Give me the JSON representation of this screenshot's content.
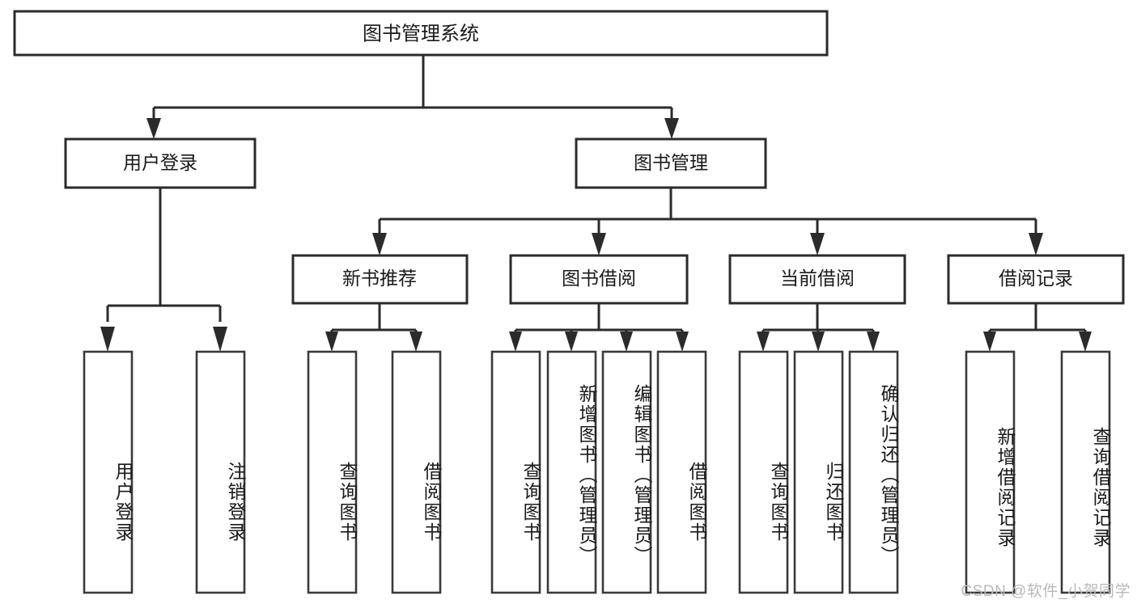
{
  "diagram": {
    "type": "tree-hierarchy",
    "title": "图书管理系统",
    "watermark": "CSDN @软件_小贺同学",
    "colors": {
      "background": "#ffffff",
      "stroke": "#2b2b2b",
      "text": "#1a1a1a",
      "watermark": "#b9b9b9"
    },
    "root": {
      "label": "图书管理系统"
    },
    "level2": [
      {
        "label": "用户登录"
      },
      {
        "label": "图书管理"
      }
    ],
    "level3": [
      {
        "label": "新书推荐"
      },
      {
        "label": "图书借阅"
      },
      {
        "label": "当前借阅"
      },
      {
        "label": "借阅记录"
      }
    ],
    "leaves": {
      "user_login": [
        {
          "label": "用户登录"
        },
        {
          "label": "注销登录"
        }
      ],
      "new_book_recommend": [
        {
          "label": "查询图书"
        },
        {
          "label": "借阅图书"
        }
      ],
      "book_borrow": [
        {
          "label": "查询图书"
        },
        {
          "label": "新增图书（管理员）"
        },
        {
          "label": "编辑图书（管理员）"
        },
        {
          "label": "借阅图书"
        }
      ],
      "current_borrow": [
        {
          "label": "查询图书"
        },
        {
          "label": "归还图书"
        },
        {
          "label": "确认归还（管理员）"
        }
      ],
      "borrow_record": [
        {
          "label": "新增借阅记录"
        },
        {
          "label": "查询借阅记录"
        }
      ]
    }
  }
}
